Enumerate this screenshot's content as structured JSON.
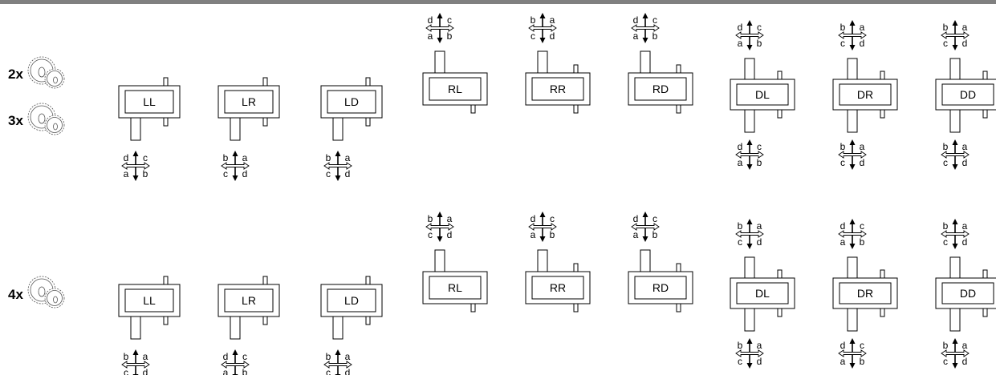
{
  "gear_counts": [
    {
      "label": "2x",
      "icon": "gear-pair-icon"
    },
    {
      "label": "3x",
      "icon": "gear-pair-icon"
    },
    {
      "label": "4x",
      "icon": "gear-pair-icon"
    }
  ],
  "rows": [
    {
      "units": [
        {
          "code": "LL",
          "arrows": [
            {
              "tl": "d",
              "tr": "c",
              "bl": "a",
              "br": "b"
            }
          ]
        },
        {
          "code": "LR",
          "arrows": [
            {
              "tl": "b",
              "tr": "a",
              "bl": "c",
              "br": "d"
            }
          ]
        },
        {
          "code": "LD",
          "arrows": [
            {
              "tl": "b",
              "tr": "a",
              "bl": "c",
              "br": "d"
            }
          ]
        },
        {
          "code": "RL",
          "arrows": [
            {
              "tl": "d",
              "tr": "c",
              "bl": "a",
              "br": "b"
            }
          ]
        },
        {
          "code": "RR",
          "arrows": [
            {
              "tl": "b",
              "tr": "a",
              "bl": "c",
              "br": "d"
            }
          ]
        },
        {
          "code": "RD",
          "arrows": [
            {
              "tl": "d",
              "tr": "c",
              "bl": "a",
              "br": "b"
            }
          ]
        },
        {
          "code": "DL",
          "arrows": [
            {
              "tl": "d",
              "tr": "c",
              "bl": "a",
              "br": "b"
            },
            {
              "tl": "d",
              "tr": "c",
              "bl": "a",
              "br": "b"
            }
          ]
        },
        {
          "code": "DR",
          "arrows": [
            {
              "tl": "b",
              "tr": "a",
              "bl": "c",
              "br": "d"
            },
            {
              "tl": "b",
              "tr": "a",
              "bl": "c",
              "br": "d"
            }
          ]
        },
        {
          "code": "DD",
          "arrows": [
            {
              "tl": "b",
              "tr": "a",
              "bl": "c",
              "br": "d"
            },
            {
              "tl": "b",
              "tr": "a",
              "bl": "c",
              "br": "d"
            }
          ]
        }
      ]
    },
    {
      "units": [
        {
          "code": "LL",
          "arrows": [
            {
              "tl": "b",
              "tr": "a",
              "bl": "c",
              "br": "d"
            }
          ]
        },
        {
          "code": "LR",
          "arrows": [
            {
              "tl": "d",
              "tr": "c",
              "bl": "a",
              "br": "b"
            }
          ]
        },
        {
          "code": "LD",
          "arrows": [
            {
              "tl": "b",
              "tr": "a",
              "bl": "c",
              "br": "d"
            }
          ]
        },
        {
          "code": "RL",
          "arrows": [
            {
              "tl": "b",
              "tr": "a",
              "bl": "c",
              "br": "d"
            }
          ]
        },
        {
          "code": "RR",
          "arrows": [
            {
              "tl": "d",
              "tr": "c",
              "bl": "a",
              "br": "b"
            }
          ]
        },
        {
          "code": "RD",
          "arrows": [
            {
              "tl": "d",
              "tr": "c",
              "bl": "a",
              "br": "b"
            }
          ]
        },
        {
          "code": "DL",
          "arrows": [
            {
              "tl": "b",
              "tr": "a",
              "bl": "c",
              "br": "d"
            },
            {
              "tl": "b",
              "tr": "a",
              "bl": "c",
              "br": "d"
            }
          ]
        },
        {
          "code": "DR",
          "arrows": [
            {
              "tl": "d",
              "tr": "c",
              "bl": "a",
              "br": "b"
            },
            {
              "tl": "d",
              "tr": "c",
              "bl": "a",
              "br": "b"
            }
          ]
        },
        {
          "code": "DD",
          "arrows": [
            {
              "tl": "b",
              "tr": "a",
              "bl": "c",
              "br": "d"
            },
            {
              "tl": "b",
              "tr": "a",
              "bl": "c",
              "br": "d"
            }
          ]
        }
      ]
    }
  ]
}
